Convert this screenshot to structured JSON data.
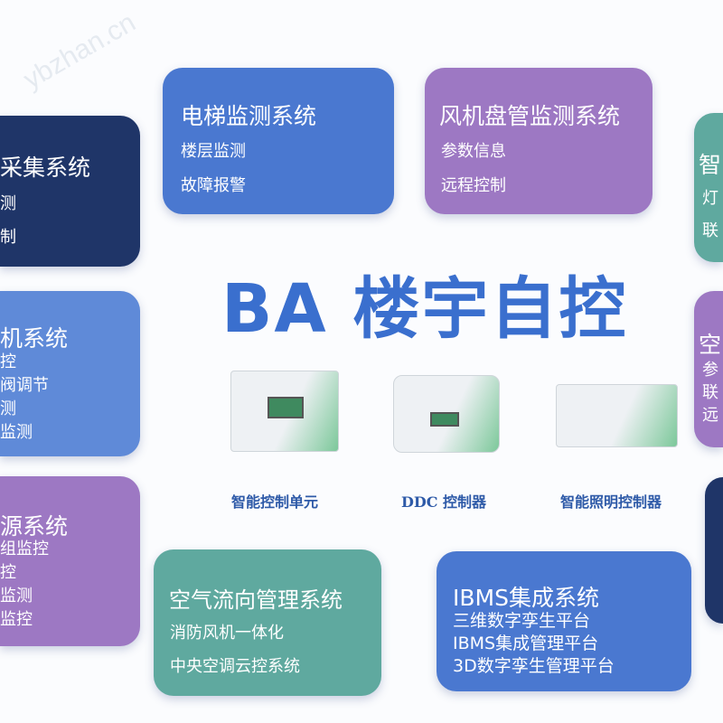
{
  "colors": {
    "navy": "#1f3568",
    "blue": "#4a78d0",
    "light_blue": "#5f8ad8",
    "purple": "#9d78c3",
    "teal": "#5fa99f",
    "title": "#3a6fce"
  },
  "title": "BA 楼宇自控",
  "watermark": "ybzhan.cn",
  "cards": {
    "left_top": {
      "title": "采集系统",
      "items": [
        "测",
        "制"
      ]
    },
    "left_mid": {
      "title": "机系统",
      "items": [
        "控",
        "阀调节",
        "测",
        "监测"
      ]
    },
    "left_bottom": {
      "title": "源系统",
      "items": [
        "组监控",
        "控",
        "监测",
        "监控"
      ]
    },
    "elevator": {
      "title": "电梯监测系统",
      "items": [
        "楼层监测",
        "故障报警"
      ]
    },
    "fan_coil": {
      "title": "风机盘管监测系统",
      "items": [
        "参数信息",
        "远程控制"
      ]
    },
    "right_top": {
      "title": "智",
      "items": [
        "灯",
        "联"
      ]
    },
    "right_mid": {
      "title": "空",
      "items": [
        "参",
        "联",
        "远"
      ]
    },
    "airflow": {
      "title": "空气流向管理系统",
      "items": [
        "消防风机一体化",
        "中央空调云控系统"
      ]
    },
    "ibms": {
      "title": "IBMS集成系统",
      "items": [
        "三维数字孪生平台",
        "IBMS集成管理平台",
        "3D数字孪生管理平台"
      ]
    }
  },
  "devices": [
    {
      "label": "智能控制单元"
    },
    {
      "label": "DDC 控制器"
    },
    {
      "label": "智能照明控制器"
    }
  ]
}
